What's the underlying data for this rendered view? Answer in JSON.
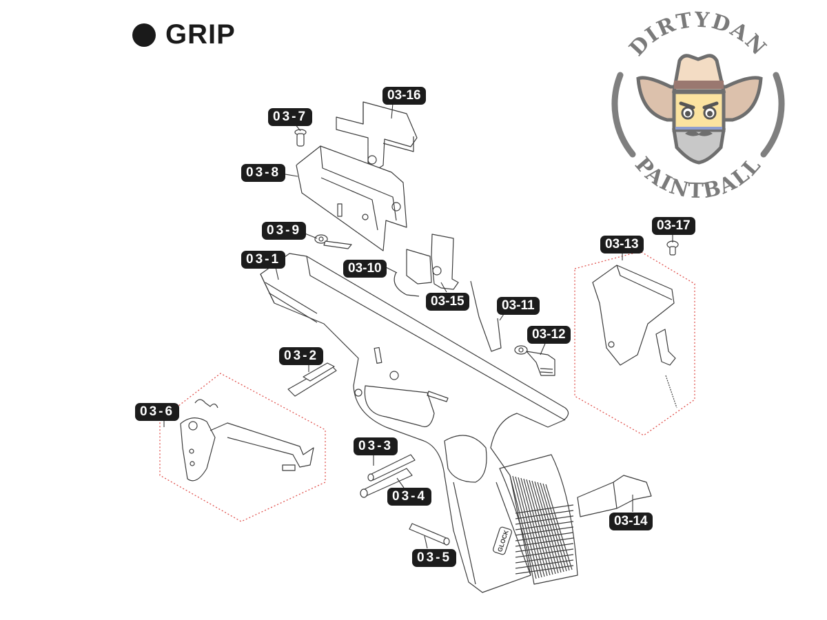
{
  "header": {
    "title": "GRIP",
    "bullet_icon": "filled-circle-icon"
  },
  "logo": {
    "top_text": "DIRTYDAN",
    "bottom_text": "PAINTBALL",
    "colors": {
      "ring": "#7f7f7f",
      "hat": "#e9cdb0",
      "hat_band": "#9a7870",
      "face": "#fbe3a0",
      "mask": "#c8c8c8",
      "mask_trim": "#8e9ed0"
    }
  },
  "parts": [
    {
      "id": "03-1",
      "label": "03-1"
    },
    {
      "id": "03-2",
      "label": "03-2"
    },
    {
      "id": "03-3",
      "label": "03-3"
    },
    {
      "id": "03-4",
      "label": "03-4"
    },
    {
      "id": "03-5",
      "label": "03-5"
    },
    {
      "id": "03-6",
      "label": "03-6"
    },
    {
      "id": "03-7",
      "label": "03-7"
    },
    {
      "id": "03-8",
      "label": "03-8"
    },
    {
      "id": "03-9",
      "label": "03-9"
    },
    {
      "id": "03-10",
      "label": "03-10"
    },
    {
      "id": "03-11",
      "label": "03-11"
    },
    {
      "id": "03-12",
      "label": "03-12"
    },
    {
      "id": "03-13",
      "label": "03-13"
    },
    {
      "id": "03-14",
      "label": "03-14"
    },
    {
      "id": "03-15",
      "label": "03-15"
    },
    {
      "id": "03-16",
      "label": "03-16"
    },
    {
      "id": "03-17",
      "label": "03-17"
    }
  ],
  "grip_logo_text": "GLOCK",
  "colors": {
    "tag_bg": "#1c1c1c",
    "tag_text": "#ffffff",
    "group_outline": "#e0504c",
    "line_art": "#3a3a3a"
  }
}
